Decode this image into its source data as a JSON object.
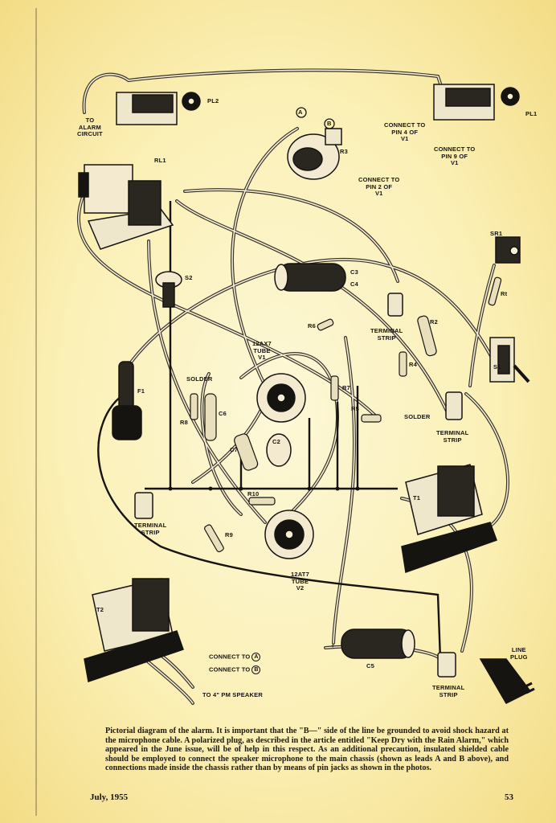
{
  "labels": {
    "pl2": "PL2",
    "to_alarm_circuit": "TO\nALARM\nCIRCUIT",
    "a": "A",
    "b": "B",
    "pl1": "PL1",
    "connect_pin4": "CONNECT TO\nPIN 4 OF\nV1",
    "connect_pin9": "CONNECT TO\nPIN 9 OF\nV1",
    "rl1": "RL1",
    "r3": "R3",
    "connect_pin2": "CONNECT TO\nPIN 2 OF\nV1",
    "sr1": "SR1",
    "s2": "S2",
    "c3": "C3",
    "c4": "C4",
    "rt": "Rt",
    "r6": "R6",
    "terminal_strip_top": "TERMINAL\nSTRIP",
    "r2": "R2",
    "tube_v1": "12AX7\nTUBE\nV1",
    "s1": "S1",
    "solder_left": "SOLDER",
    "r4": "R4",
    "f1": "F1",
    "r7": "R7",
    "r5": "R5",
    "solder_right": "SOLDER",
    "r8": "R8",
    "c6": "C6",
    "terminal_strip_right": "TERMINAL\nSTRIP",
    "c7": "C7",
    "c2": "C2",
    "r10": "R10",
    "t1": "T1",
    "terminal_strip_left": "TERMINAL\nSTRIP",
    "r9": "R9",
    "tube_v2": "12AT7\nTUBE\nV2",
    "t2": "T2",
    "c5": "C5",
    "line_plug": "LINE\nPLUG",
    "connect_to": "CONNECT TO",
    "to_speaker": "TO 4\" PM SPEAKER",
    "terminal_strip_bottom": "TERMINAL\nSTRIP",
    "plus": "+"
  },
  "caption": "Pictorial diagram of the alarm. It is important that the \"B—\" side of the line be grounded to avoid shock hazard at the microphone cable. A polarized plug, as described in the article entitled \"Keep Dry with the Rain Alarm,\" which appeared in the June issue, will be of help in this respect. As an additional precaution, insulated shielded cable should be employed to connect the speaker microphone to the main chassis (shown as leads A and B above), and connections made inside the chassis rather than by means of pin jacks as shown in the photos.",
  "footer": {
    "date": "July, 1955",
    "page": "53"
  }
}
